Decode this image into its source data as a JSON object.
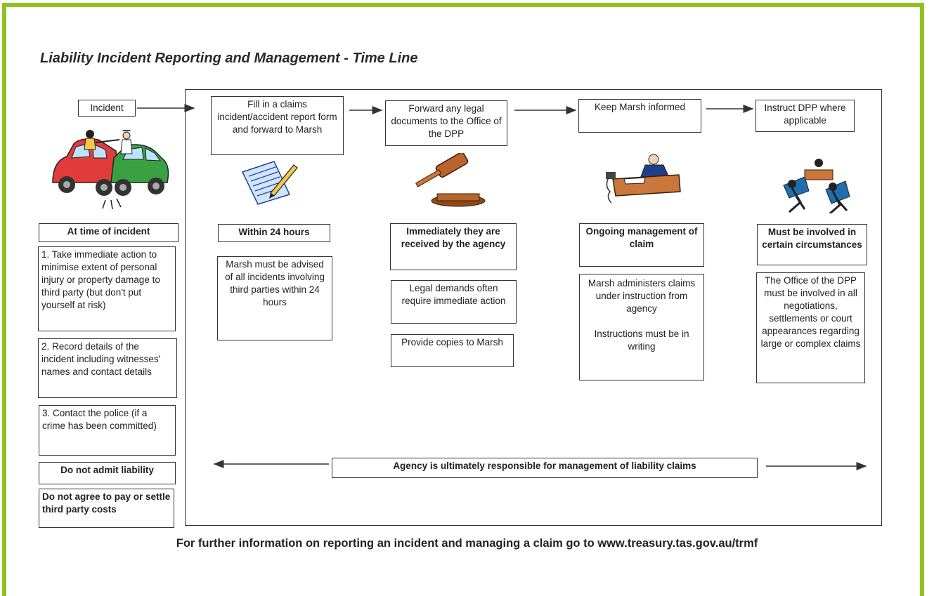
{
  "title": "Liability Incident Reporting and Management - Time Line",
  "incident_label": "Incident",
  "left": {
    "header": "At time of incident",
    "step1": "1.  Take immediate action to minimise extent of personal injury or property damage to third party (but don't put yourself at risk)",
    "step2": "2.  Record details of the incident including witnesses' names and contact details",
    "step3": "3.  Contact the police (if a crime has been committed)",
    "no_admit": "Do not admit liability",
    "no_pay": "Do not agree to pay or settle third party costs"
  },
  "steps": [
    {
      "action": "Fill in a claims incident/accident report form and forward to Marsh",
      "timing": "Within 24 hours",
      "notes": [
        "Marsh  must be advised of all incidents involving third parties within 24 hours"
      ]
    },
    {
      "action": "Forward any legal documents to the Office of the DPP",
      "timing": "Immediately they are received by the agency",
      "notes": [
        "Legal demands often require immediate action",
        "Provide copies to Marsh"
      ]
    },
    {
      "action": "Keep Marsh informed",
      "timing": "Ongoing management of claim",
      "notes": [
        "Marsh administers claims under instruction from agency",
        "Instructions must be in writing"
      ]
    },
    {
      "action": "Instruct DPP where applicable",
      "timing": "Must be involved in certain circumstances",
      "notes": [
        "The Office of the DPP must be involved in all negotiations, settlements or court appearances regarding large or complex claims"
      ]
    }
  ],
  "responsibility": "Agency is ultimately responsible for management of liability claims",
  "footer": "For further information on reporting an incident and managing a claim go to www.treasury.tas.gov.au/trmf",
  "colors": {
    "frame": "#8dc21f",
    "car_red": "#e23b3b",
    "car_green": "#3aa142"
  },
  "icons": [
    "car-crash-icon",
    "form-pen-icon",
    "gavel-icon",
    "desk-worker-icon",
    "courtroom-icon"
  ]
}
